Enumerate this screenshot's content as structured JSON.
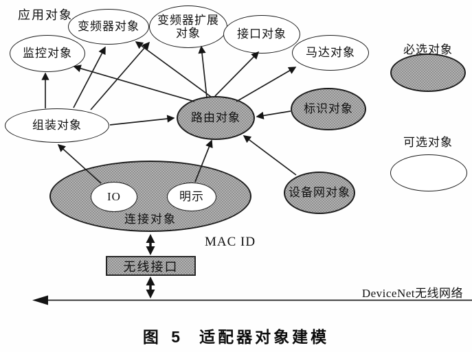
{
  "figure": {
    "app_layer_label": "应用对象",
    "mac_id_label": "MAC ID",
    "network_label": "DeviceNet无线网络",
    "wireless_interface_label": "无线接口",
    "caption": {
      "prefix": "图 5",
      "title": "适配器对象建模"
    }
  },
  "nodes": {
    "monitor": "监控对象",
    "inverter": "变频器对象",
    "inverter_ext_line1": "变频器扩展",
    "inverter_ext_line2": "对象",
    "interface": "接口对象",
    "motor": "马达对象",
    "assembly": "组装对象",
    "router": "路由对象",
    "identity": "标识对象",
    "devicenet": "设备网对象",
    "connection": "连接对象",
    "io": "IO",
    "explicit": "明示"
  },
  "legend": {
    "required_label": "必选对象",
    "optional_label": "可选对象"
  },
  "relations": [
    "组装对象→监控对象",
    "组装对象→变频器对象",
    "组装对象→变频器扩展对象",
    "组装对象→路由对象",
    "路由对象→监控对象",
    "路由对象→变频器对象",
    "路由对象→变频器扩展对象",
    "路由对象→接口对象",
    "路由对象→马达对象",
    "标识对象→路由对象",
    "设备网对象→路由对象",
    "连接对象.IO→组装对象",
    "连接对象.明示→路由对象",
    "连接对象↔无线接口 (MAC ID)",
    "无线接口↔DeviceNet无线网络"
  ],
  "colors": {
    "required_fill": "#b2b2b2",
    "required_dot": "#6e6e6e",
    "optional_fill": "#ffffff",
    "stroke": "#1c1c1c",
    "background": "#fefefe"
  }
}
